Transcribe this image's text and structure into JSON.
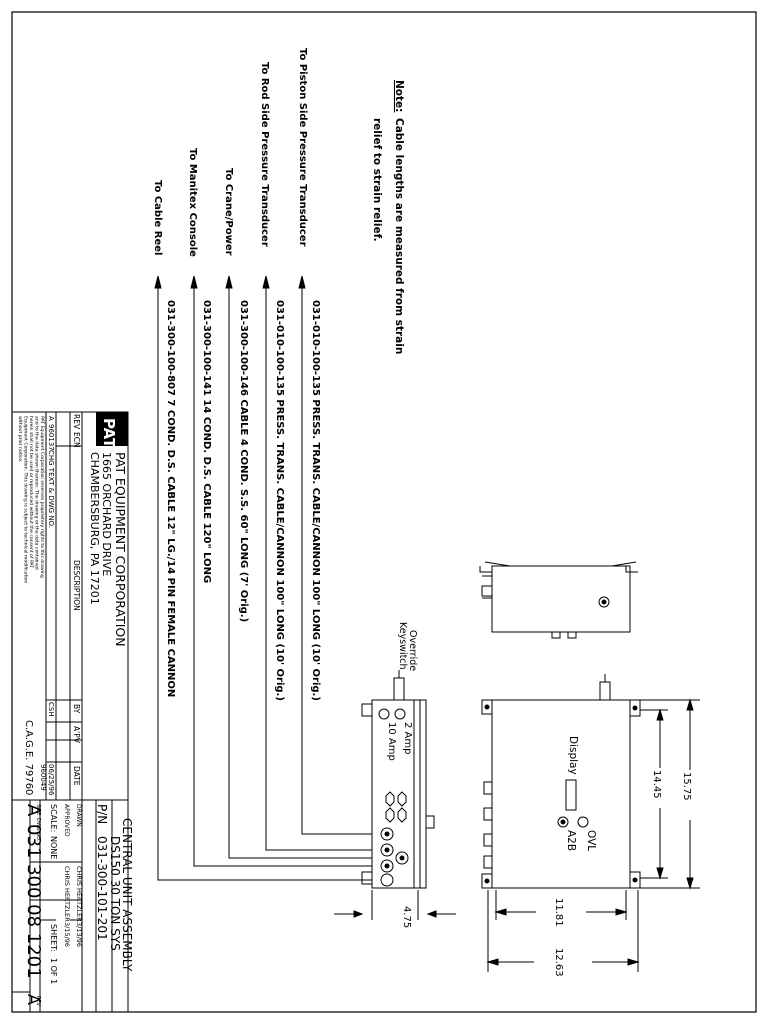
{
  "note": {
    "label": "Note:",
    "line1": "Cable lengths are measured from strain",
    "line2": "relief to strain relief."
  },
  "cables": [
    {
      "dest": "To Piston Side Pressure Transducer",
      "part": "031-010-100-135 PRESS. TRANS. CABLE/CANNON 100\" LONG (10' Orig.)"
    },
    {
      "dest": "To Rod Side Pressure Transducer",
      "part": "031-010-100-135 PRESS. TRANS. CABLE/CANNON 100\" LONG (10' Orig.)"
    },
    {
      "dest": "To Crane/Power",
      "part": "031-300-100-146 CABLE 4 COND. S.S. 60\" LONG (7' Orig.)"
    },
    {
      "dest": "To Manitex Console",
      "part": "031-300-100-141 14 COND. D.S. CABLE 120\" LONG"
    },
    {
      "dest": "To Cable Reel",
      "part": "031-300-100-807 7 COND. D.S. CABLE 12\" LG./14 PIN FEMALE CANNON"
    }
  ],
  "unit": {
    "override_label_1": "Override",
    "override_label_2": "Keyswitch",
    "amp2": "2 Amp",
    "amp10": "10 Amp",
    "display_label": "Display",
    "ovl_label": "OVL",
    "a2b_label": "A2B"
  },
  "dimensions": {
    "d1575": "15.75",
    "d1445": "14.45",
    "d1181": "11.81",
    "d1263": "12.63",
    "d475": "4.75"
  },
  "title_block": {
    "logo": "PAT",
    "company": "PAT EQUIPMENT CORPORATION",
    "address1": "1665 ORCHARD DRIVE",
    "address2": "CHAMBERSBURG, PA 17201",
    "hdr_rev": "REV",
    "hdr_ecn": "ECN",
    "hdr_description": "DESCRIPTION",
    "hdr_by": "BY",
    "hdr_apv": "A'PV",
    "hdr_date": "DATE",
    "rev_row": {
      "rev": "A",
      "ecn": "960137",
      "description": "CHG TEXT & DWG NO.",
      "by": "CSH",
      "apv": "",
      "date": "06/25/96",
      "extra": "960049"
    },
    "disclaimer_1": "PAT Equipment Corporation reserves proprietary rights to this drawing",
    "disclaimer_2": "and to the data shown thereon. The drawing or the data contained",
    "disclaimer_3": "herein shall not be used or reproduced without the consent of PAT",
    "disclaimer_4": "Equipment Corporation. This drawing is subject to technical modification",
    "disclaimer_5": "without prior notice.",
    "cage": "C.A.G.E. 79760",
    "title1": "CENTRAL UNIT ASSEMBLY",
    "title2": "DS150 30 TON SYS",
    "pn_label": "P/N",
    "pn": "031-300-101-201",
    "drawn_label": "DRAWN",
    "drawn_by": "CHRIS HERTZLER",
    "drawn_date": "3/13/96",
    "approved_label": "APPROVED",
    "approved_by": "CHRIS HERTZLER",
    "approved_date": "3/15/96",
    "scale_label": "SCALE:",
    "scale": "NONE",
    "sheet_label": "SHEET:",
    "sheet": "1 OF 1",
    "size_label": "SIZE",
    "dwg_label": "DWG NO.",
    "rev_label": "REV",
    "size": "A",
    "dwg_no": "031 300 08 1201",
    "rev": "A"
  }
}
